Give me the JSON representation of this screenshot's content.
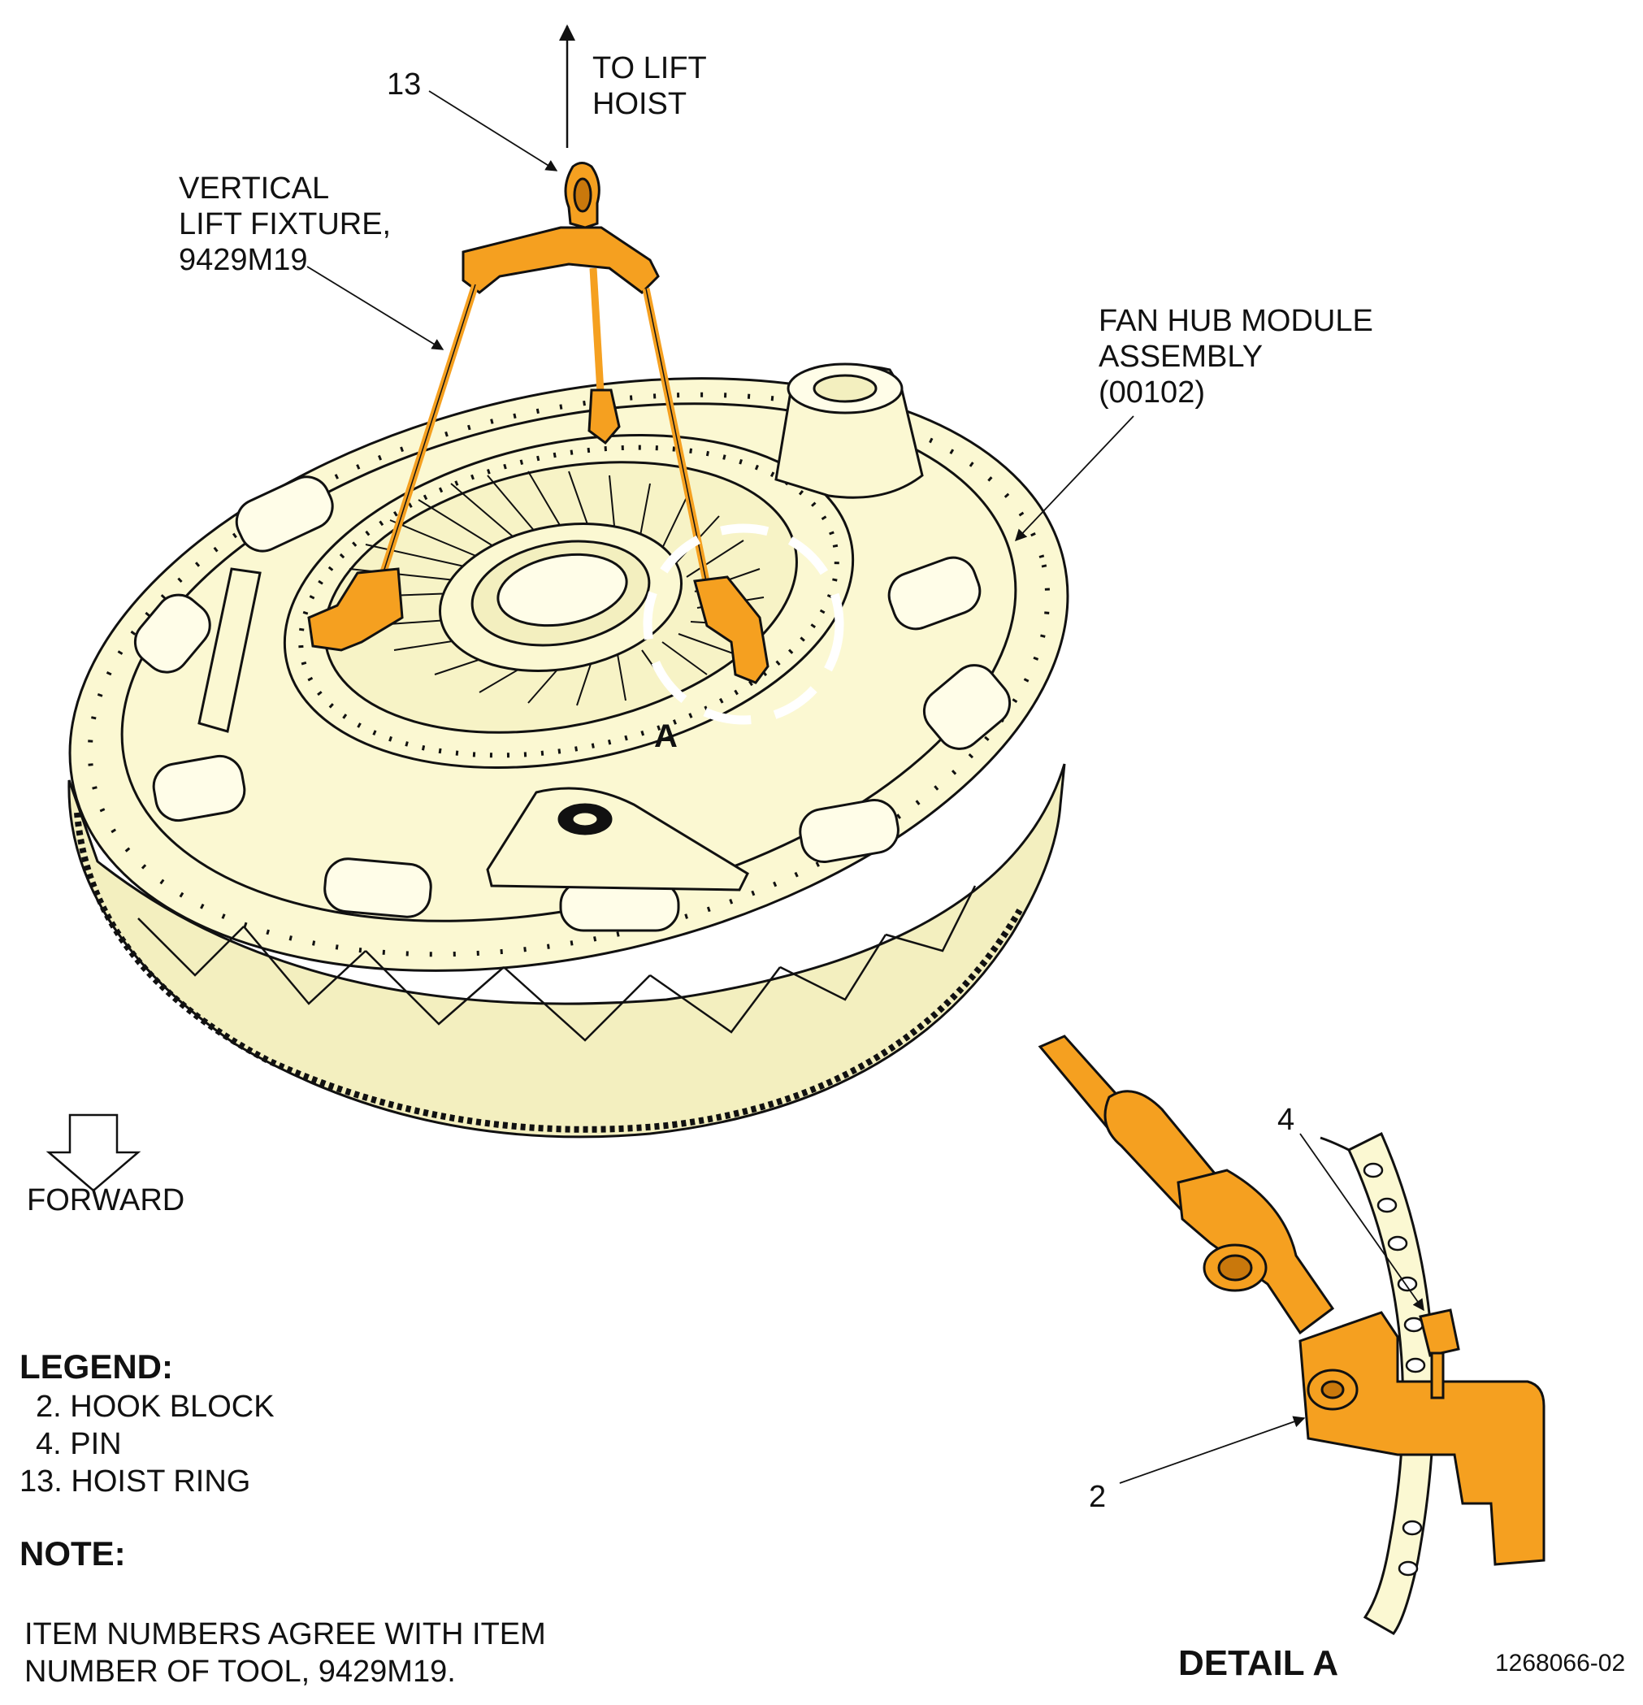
{
  "colors": {
    "part": "#fbf8d2",
    "tool": "#f5a020",
    "tool_dark": "#c9780c",
    "ink": "#111111"
  },
  "callouts": {
    "item13": "13",
    "to_lift_line1": "TO LIFT",
    "to_lift_line2": "HOIST",
    "fixture_line1": "VERTICAL",
    "fixture_line2": "LIFT FIXTURE,",
    "fixture_line3": "9429M19",
    "module_line1": "FAN HUB MODULE",
    "module_line2": "ASSEMBLY",
    "module_line3": "(00102)",
    "detail_marker": "A",
    "forward": "FORWARD",
    "item4": "4",
    "item2": "2"
  },
  "legend": {
    "title": "LEGEND:",
    "items": [
      "2. HOOK BLOCK",
      "4. PIN",
      "13. HOIST RING"
    ]
  },
  "note": {
    "title": "NOTE:",
    "line1": "ITEM NUMBERS AGREE WITH ITEM",
    "line2": "NUMBER OF TOOL, 9429M19."
  },
  "detail_title": "DETAIL A",
  "doc_number": "1268066-02"
}
